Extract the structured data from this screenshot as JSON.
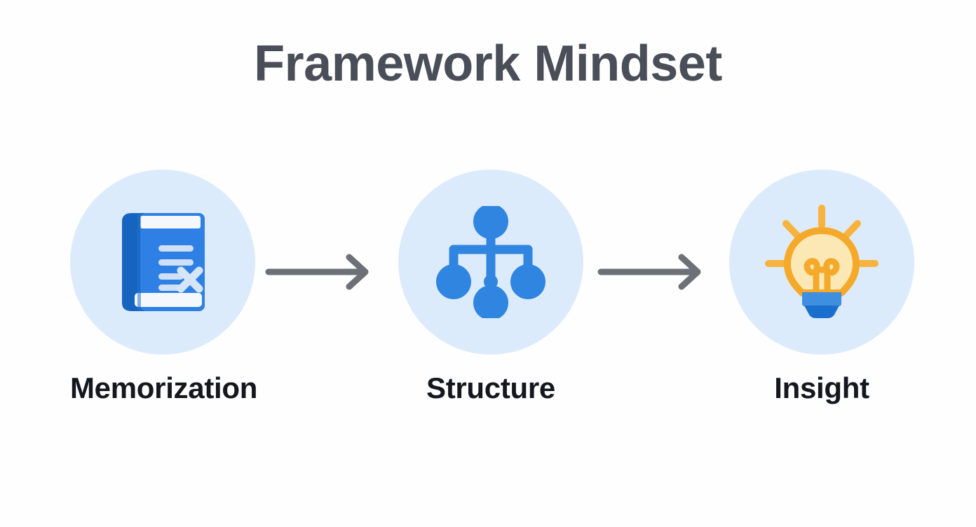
{
  "page": {
    "title": "Framework Mindset",
    "background_color": "#fdfdfd",
    "title_color": "#4a4e58",
    "label_color": "#15171e",
    "disc_color": "#dcebfb",
    "arrow_color": "#6e7077"
  },
  "flow": {
    "steps": [
      {
        "id": "memorization",
        "label": "Memorization",
        "icon": "book-x-icon",
        "icon_colors": {
          "spine": "#1565c0",
          "cover": "#2f80e4",
          "pages": "#f4f8fd",
          "lines": "#cfe0f5",
          "mark": "#d6e5f7"
        }
      },
      {
        "id": "structure",
        "label": "Structure",
        "icon": "hierarchy-tree-icon",
        "icon_colors": {
          "nodes": "#2f85e0",
          "links": "#2f85e0"
        }
      },
      {
        "id": "insight",
        "label": "Insight",
        "icon": "lightbulb-icon",
        "icon_colors": {
          "outline": "#f5a92b",
          "glass": "#fbe8b4",
          "rays": "#f7b33d",
          "base_top": "#3f8fe0",
          "base_bottom": "#1b6fcc"
        }
      }
    ],
    "connectors": [
      {
        "id": "arrow-1",
        "from": "memorization",
        "to": "structure",
        "direction": "right"
      },
      {
        "id": "arrow-2",
        "from": "structure",
        "to": "insight",
        "direction": "right"
      }
    ]
  }
}
